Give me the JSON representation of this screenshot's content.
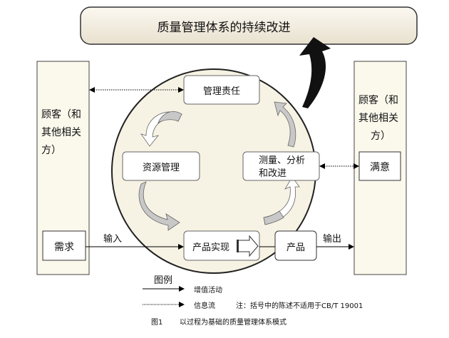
{
  "title": "质量管理体系的持续改进",
  "customer_left": [
    "顾客（和",
    "其他相关",
    "方）"
  ],
  "customer_right": [
    "顾客（和",
    "其他相关",
    "方）"
  ],
  "requirements": "需求",
  "satisfaction": "满意",
  "input_label": "输入",
  "output_label": "输出",
  "processes": {
    "management": "管理责任",
    "resource": "资源管理",
    "measurement": [
      "测量、分析",
      "和改进"
    ],
    "realization": "产品实现",
    "product": "产品"
  },
  "legend": {
    "title": "图例",
    "value_activity": "增值活动",
    "info_flow": "信息流",
    "note": "注：括号中的陈述不适用于CB/T 19001"
  },
  "caption": {
    "label": "图1",
    "text": "以过程为基础的质量管理体系模式"
  },
  "colors": {
    "circle_fill": "#f7f3e4",
    "title_fill": "#f3ede0",
    "arrow_gray": "#c8c8c8"
  }
}
